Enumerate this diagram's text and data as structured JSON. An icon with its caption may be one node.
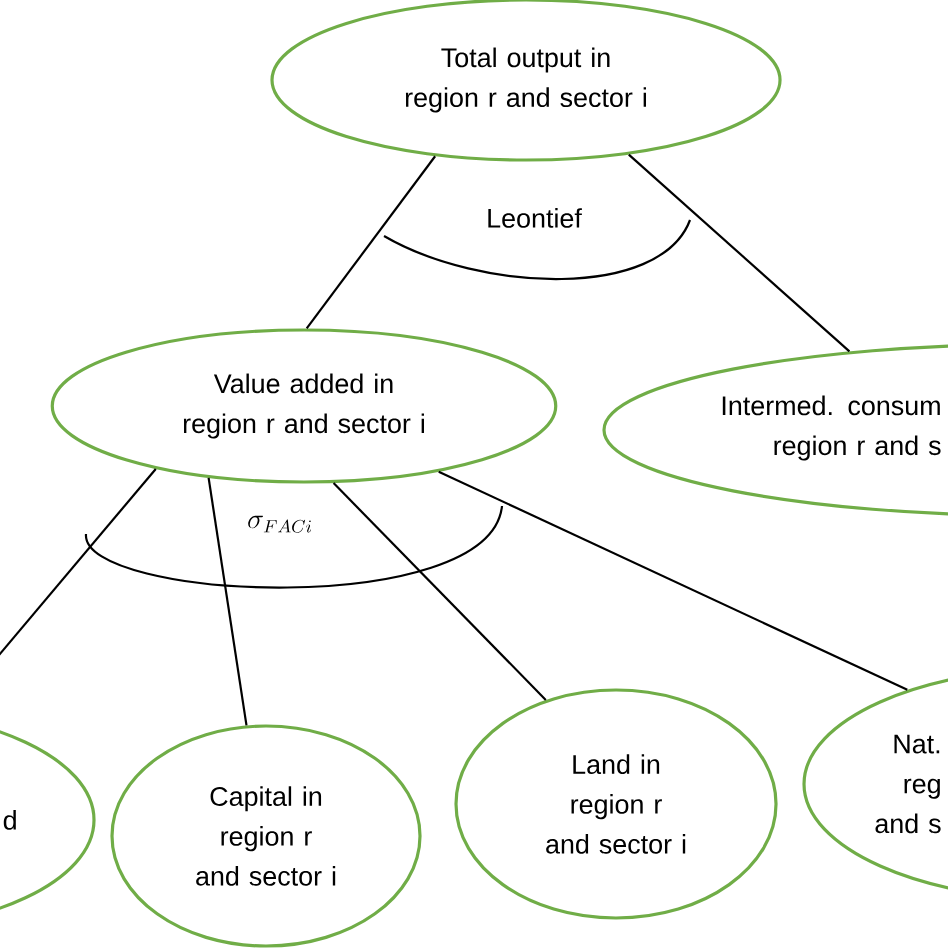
{
  "diagram": {
    "nodes": [
      {
        "text": [
          "Total output in region r and sector i"
        ]
      },
      {
        "text": [
          "Value added in region r and sector i"
        ]
      },
      {
        "text": [
          "Intermed. consum region r and s"
        ]
      },
      {
        "text": [
          "d"
        ]
      },
      {
        "text": [
          "Capital in region r and sector i"
        ]
      },
      {
        "text": [
          "Land in region r and sector i"
        ]
      },
      {
        "text": [
          "Nat. reg and s"
        ]
      }
    ],
    "edges": [
      {
        "from": 0,
        "to": 1,
        "arrow": "none"
      },
      {
        "from": 0,
        "to": 2,
        "arrow": "none"
      },
      {
        "from": 1,
        "to": 3,
        "arrow": "none"
      },
      {
        "from": 1,
        "to": 4,
        "arrow": "none"
      },
      {
        "from": 1,
        "to": 5,
        "arrow": "none"
      },
      {
        "from": 1,
        "to": 6,
        "arrow": "none"
      }
    ],
    "labels": [
      "Leontief",
      "\\sigma_{FACi}"
    ]
  }
}
